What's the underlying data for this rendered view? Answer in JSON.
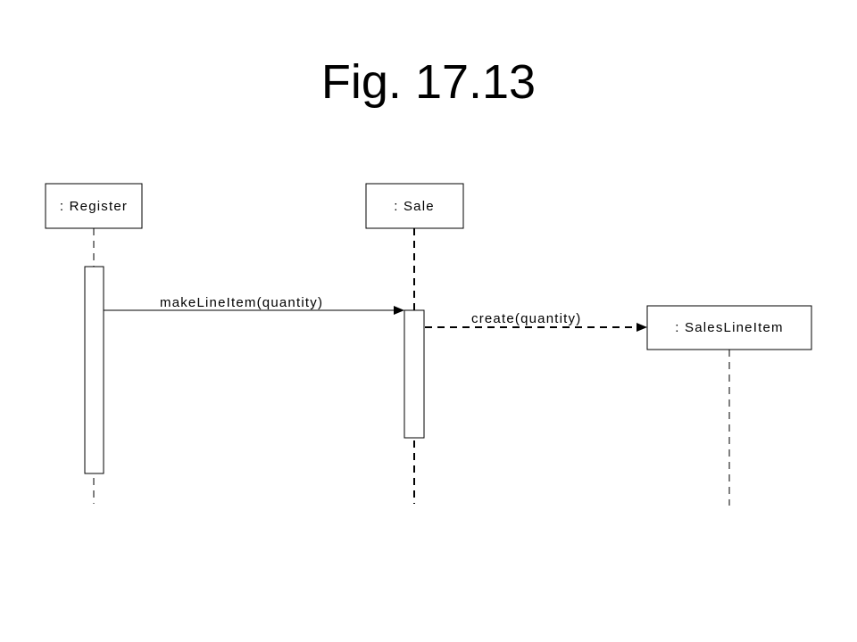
{
  "title": "Fig. 17.13",
  "diagram": {
    "type": "sequence",
    "participants": [
      {
        "id": "register",
        "label": ": Register"
      },
      {
        "id": "sale",
        "label": ": Sale"
      },
      {
        "id": "saleslineitem",
        "label": ": SalesLineItem"
      }
    ],
    "messages": [
      {
        "from": "register",
        "to": "sale",
        "label": "makeLineItem(quantity)",
        "style": "solid"
      },
      {
        "from": "sale",
        "to": "saleslineitem",
        "label": "create(quantity)",
        "style": "dashed"
      }
    ]
  },
  "colors": {
    "line": "#000000",
    "background": "#ffffff"
  }
}
